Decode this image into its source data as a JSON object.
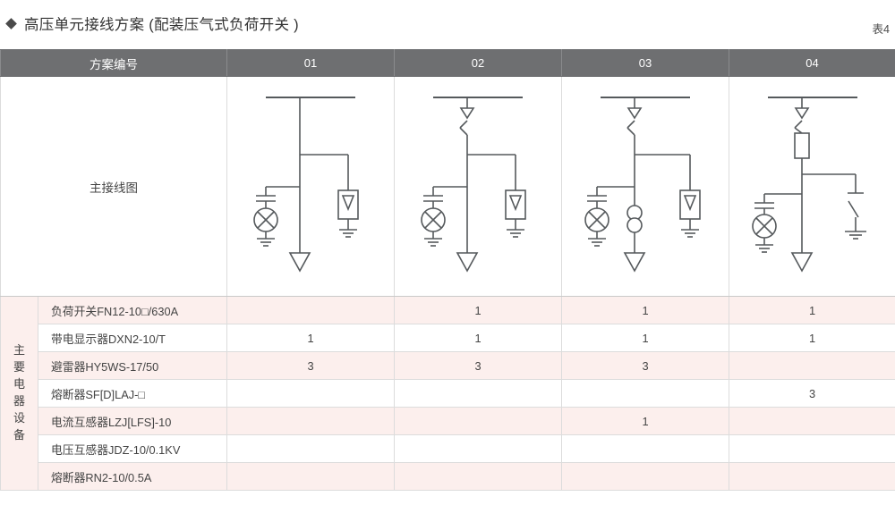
{
  "header": {
    "title": "高压单元接线方案 (配装压气式负荷开关 )",
    "bullet_icon": "diamond-bullet-icon",
    "table_number": "表4"
  },
  "table": {
    "row_header_label": "方案编号",
    "scheme_numbers": [
      "01",
      "02",
      "03",
      "04"
    ],
    "diagram_row_label": "主接线图",
    "group_label_vertical": [
      "主",
      "要",
      "电",
      "器",
      "设",
      "备"
    ],
    "group_label": "主要电器设备",
    "equipment_rows": [
      {
        "name": "负荷开关FN12-10□/630A",
        "qty": [
          "",
          "1",
          "1",
          "1"
        ]
      },
      {
        "name": "带电显示器DXN2-10/T",
        "qty": [
          "1",
          "1",
          "1",
          "1"
        ]
      },
      {
        "name": "避雷器HY5WS-17/50",
        "qty": [
          "3",
          "3",
          "3",
          ""
        ]
      },
      {
        "name": "熔断器SF[D]LAJ-□",
        "qty": [
          "",
          "",
          "",
          "3"
        ]
      },
      {
        "name": "电流互感器LZJ[LFS]-10",
        "qty": [
          "",
          "",
          "1",
          ""
        ]
      },
      {
        "name": "电压互感器JDZ-10/0.1KV",
        "qty": [
          "",
          "",
          "",
          ""
        ]
      },
      {
        "name": "熔断器RN2-10/0.5A",
        "qty": [
          "",
          "",
          "",
          ""
        ]
      }
    ]
  },
  "diagrams": [
    {
      "scheme": "01",
      "symbols": [
        "busbar",
        "live-display-device",
        "surge-arrester-box",
        "cable-outlet-arrow"
      ]
    },
    {
      "scheme": "02",
      "symbols": [
        "busbar",
        "load-switch",
        "live-display-device",
        "surge-arrester-box",
        "cable-outlet-arrow"
      ]
    },
    {
      "scheme": "03",
      "symbols": [
        "busbar",
        "load-switch",
        "live-display-device",
        "current-transformer",
        "surge-arrester-box",
        "cable-outlet-arrow"
      ]
    },
    {
      "scheme": "04",
      "symbols": [
        "busbar",
        "load-switch",
        "fuse",
        "live-display-device",
        "earthing-switch",
        "cable-outlet-arrow"
      ]
    }
  ],
  "colors": {
    "header_bg": "#6e6f71",
    "row_alt_bg": "#fcefed",
    "row_bg": "#ffffff",
    "line": "#55595c",
    "text": "#3a3a3a"
  }
}
